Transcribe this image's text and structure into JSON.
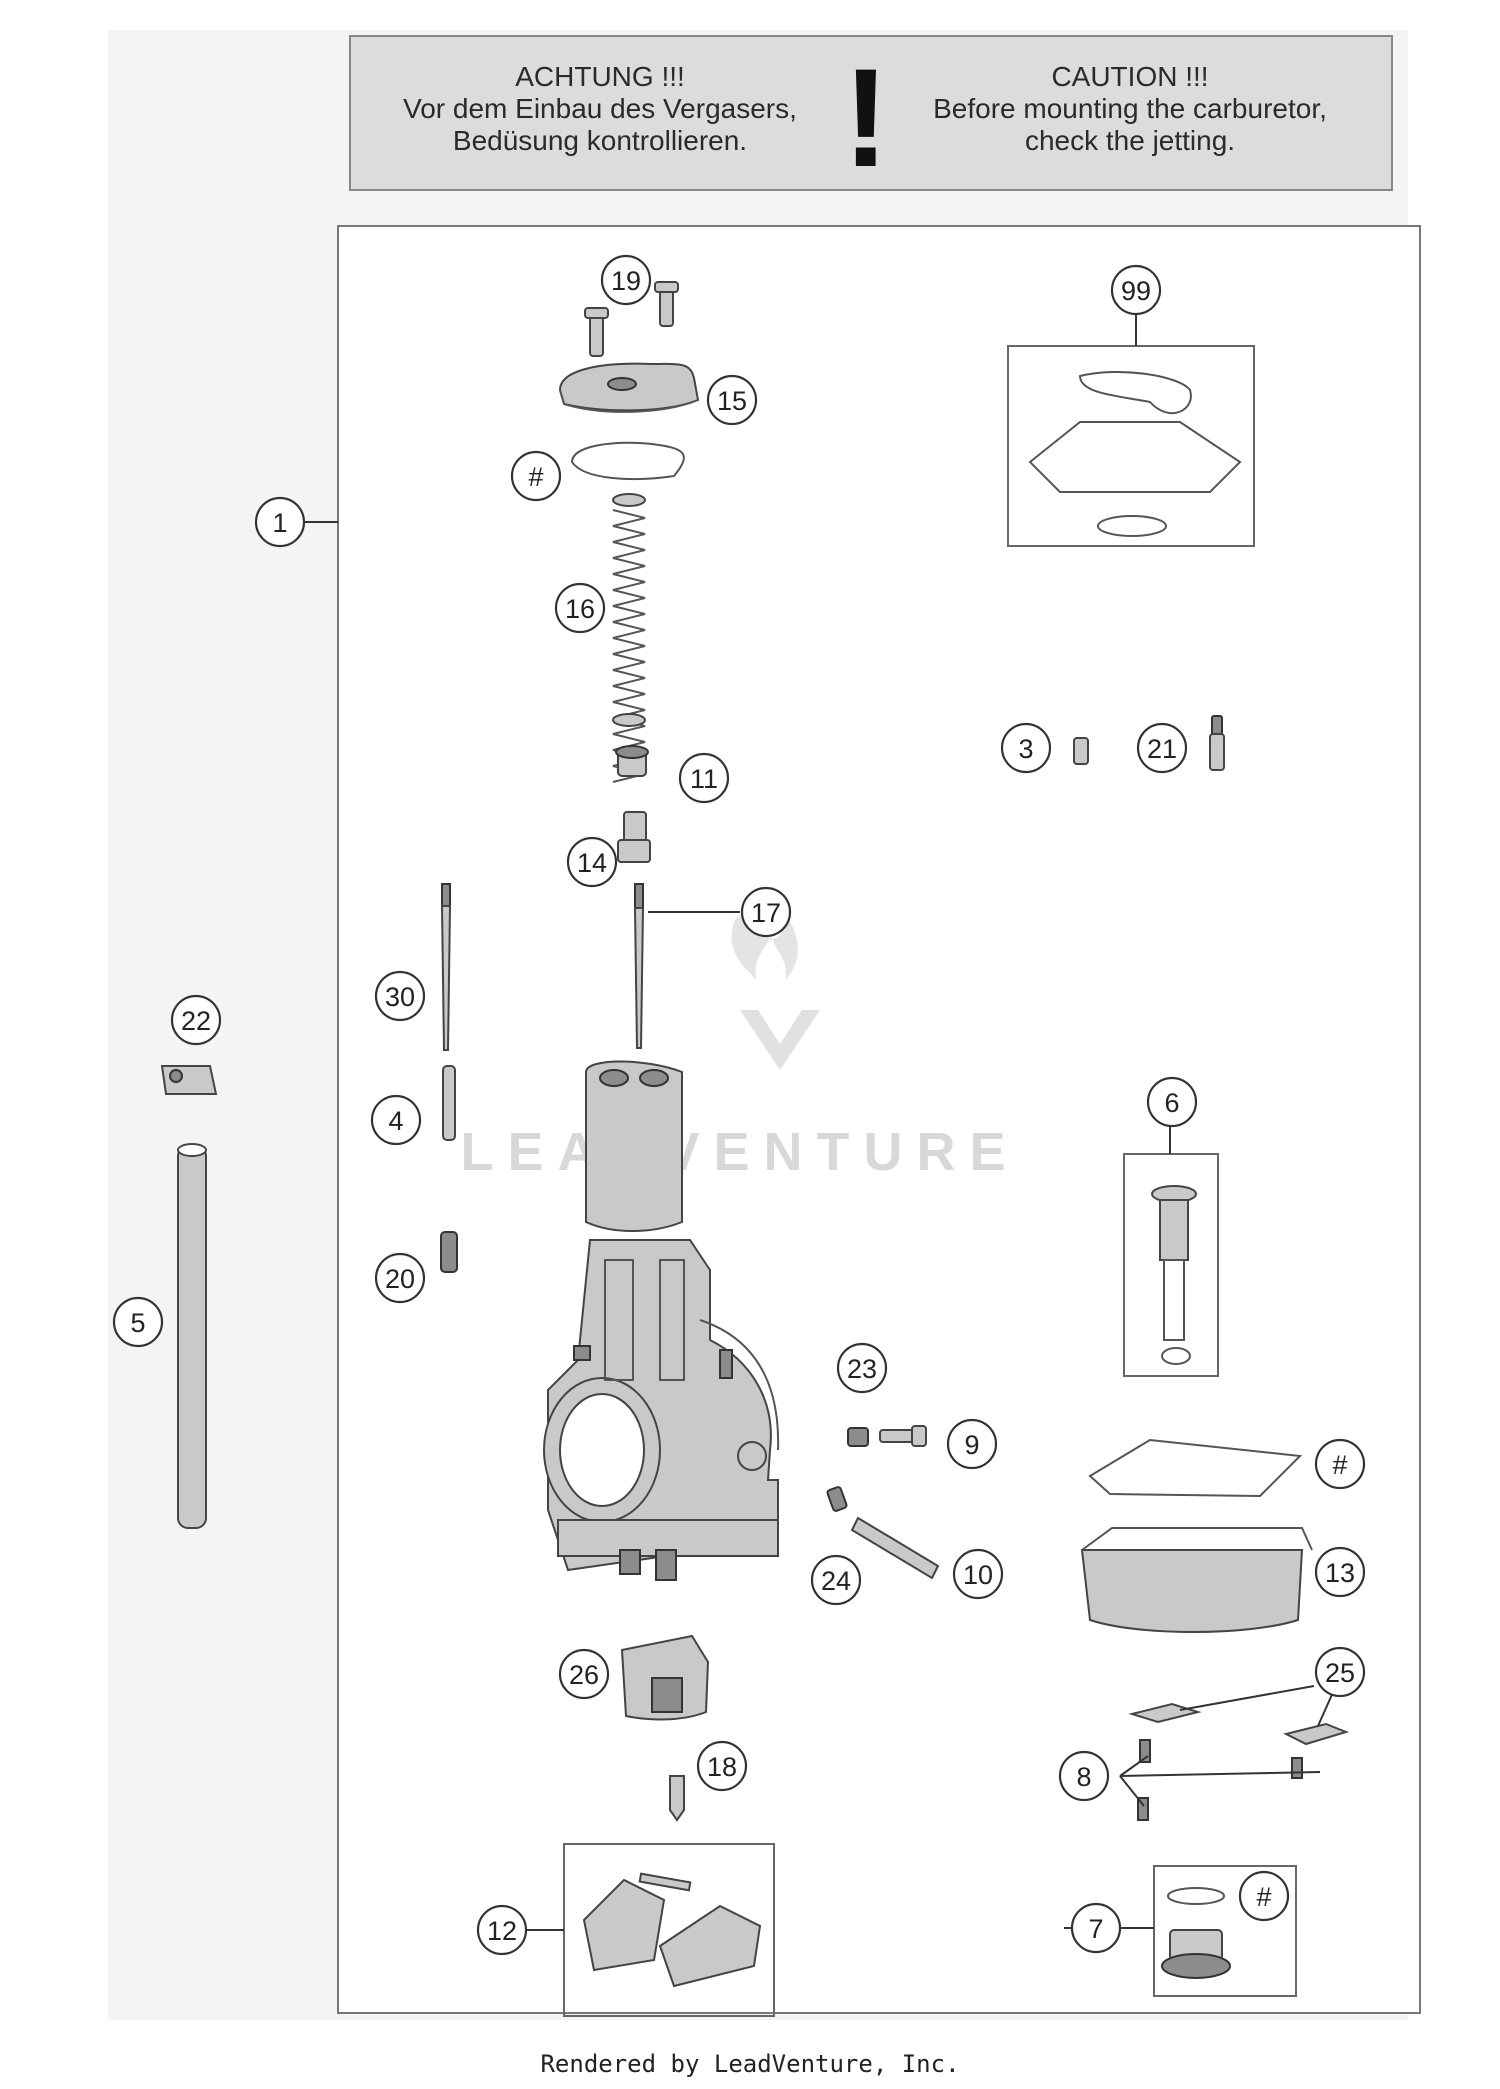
{
  "caution": {
    "de_title": "ACHTUNG !!!",
    "de_line1": "Vor dem Einbau des Vergasers,",
    "de_line2": "Bedüsung kontrollieren.",
    "en_title": "CAUTION !!!",
    "en_line1": "Before mounting the carburetor,",
    "en_line2": "check the jetting.",
    "mark": "!"
  },
  "watermark": "LEADVENTURE",
  "footer": "Rendered by LeadVenture, Inc.",
  "callouts": {
    "c1": "1",
    "c3": "3",
    "c4": "4",
    "c5": "5",
    "c6": "6",
    "c7": "7",
    "c8": "8",
    "c9": "9",
    "c10": "10",
    "c11": "11",
    "c12": "12",
    "c13": "13",
    "c14": "14",
    "c15": "15",
    "c16": "16",
    "c17": "17",
    "c18": "18",
    "c19": "19",
    "c20": "20",
    "c21": "21",
    "c22": "22",
    "c23": "23",
    "c24": "24",
    "c25": "25",
    "c26": "26",
    "c30": "30",
    "c99": "99",
    "hash_a": "#",
    "hash_b": "#",
    "hash_c": "#"
  }
}
